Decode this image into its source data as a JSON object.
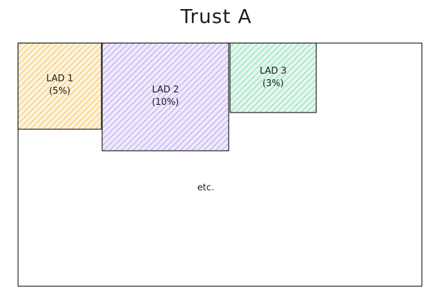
{
  "title": "Trust A",
  "boxes": [
    {
      "id": "lad-1",
      "name": "LAD 1",
      "pct": "(5%)",
      "color": "#f5c458"
    },
    {
      "id": "lad-2",
      "name": "LAD 2",
      "pct": "(10%)",
      "color": "#b9a0f2"
    },
    {
      "id": "lad-3",
      "name": "LAD 3",
      "pct": "(3%)",
      "color": "#8fdcbc"
    }
  ],
  "footer_text": "etc."
}
